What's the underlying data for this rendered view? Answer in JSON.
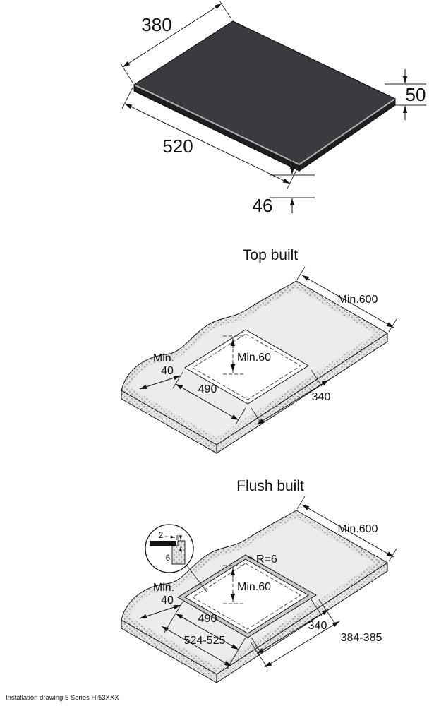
{
  "titles": {
    "top_built": "Top built",
    "flush_built": "Flush built"
  },
  "footer": {
    "text": "Installation drawing 5 Series HI53XXX"
  },
  "hob_view": {
    "width": "380",
    "depth": "520",
    "height_right": "50",
    "height_front": "46"
  },
  "top_built": {
    "min600": "Min.600",
    "min_word": "Min.",
    "min40": "40",
    "min60": "Min.60",
    "cutout_depth": "490",
    "cutout_width": "340"
  },
  "flush_built": {
    "min600": "Min.600",
    "min_word": "Min.",
    "min40": "40",
    "min60": "Min.60",
    "cutout_depth": "490",
    "cutout_width": "340",
    "recess_depth": "524-525",
    "recess_width": "384-385",
    "corner_radius": "R=6",
    "detail_gap": "2",
    "detail_depth": "6"
  }
}
